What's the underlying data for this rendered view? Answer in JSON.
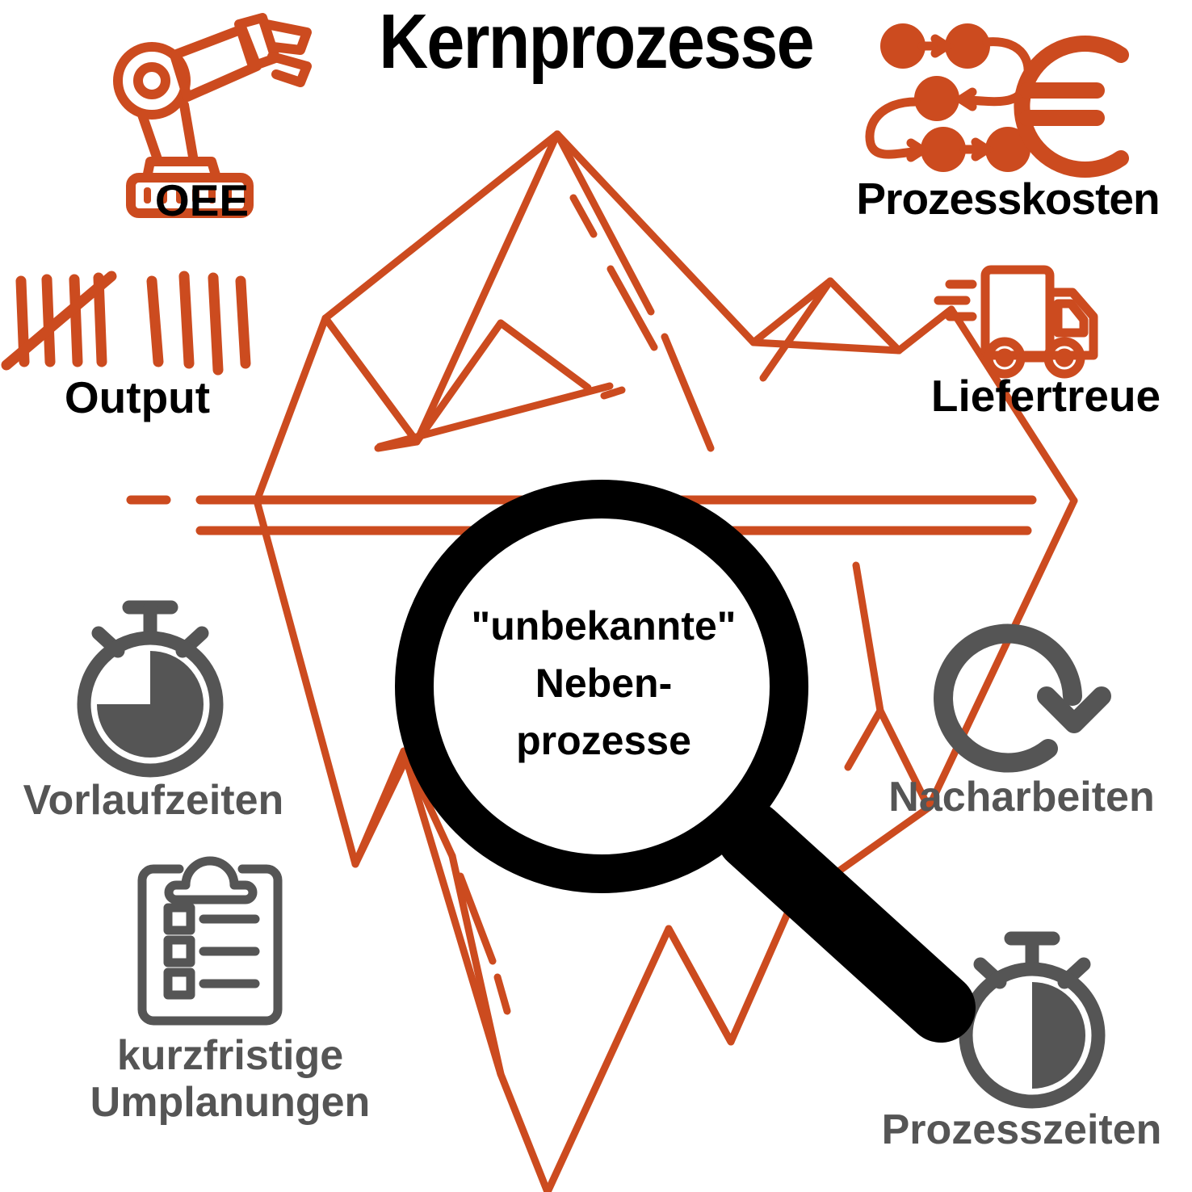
{
  "page": {
    "title": "Kernprozesse",
    "background_color": "#ffffff",
    "accent_color": "#cc4b1f",
    "gray_color": "#555555",
    "black_color": "#000000"
  },
  "center": {
    "magnifier_text": "\"unbekannte\"\nNeben-\nprozesse"
  },
  "labels": {
    "oee": "OEE",
    "prozesskosten": "Prozesskosten",
    "output": "Output",
    "liefertreue": "Liefertreue",
    "vorlaufzeiten": "Vorlaufzeiten",
    "kurzfristige_umplanungen": "kurzfristige\nUmplanungen",
    "nacharbeiten": "Nacharbeiten",
    "prozesszeiten": "Prozesszeiten"
  },
  "icons": {
    "oee": "robot-arm-icon",
    "prozesskosten": "process-flow-euro-icon",
    "output": "tally-marks-icon",
    "liefertreue": "delivery-truck-icon",
    "vorlaufzeiten": "stopwatch-three-quarter-icon",
    "kurzfristige_umplanungen": "clipboard-checklist-icon",
    "nacharbeiten": "refresh-circle-arrow-icon",
    "prozesszeiten": "stopwatch-half-icon",
    "center": "magnifying-glass-icon",
    "background": "iceberg-outline-icon"
  }
}
